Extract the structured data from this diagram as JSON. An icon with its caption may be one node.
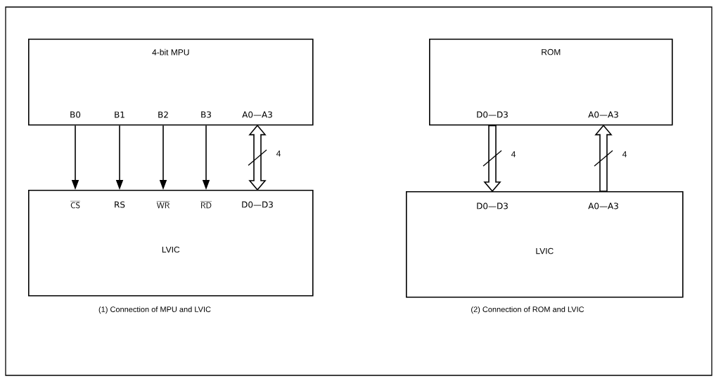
{
  "diagram": {
    "nodes": [
      {
        "text": [
          "4-bit MPU"
        ]
      },
      {
        "text": [
          "B0"
        ],
        "in": 0
      },
      {
        "text": [
          "B1"
        ],
        "in": 0
      },
      {
        "text": [
          "B2"
        ],
        "in": 0
      },
      {
        "text": [
          "B3"
        ],
        "in": 0
      },
      {
        "text": [
          "A0—A3"
        ],
        "in": 0
      },
      {
        "text": [
          "LVIC"
        ]
      },
      {
        "text": [
          "\\overline{\\mathsf{CS}}"
        ],
        "in": 6
      },
      {
        "text": [
          "RS"
        ],
        "in": 6
      },
      {
        "text": [
          "\\overline{\\mathsf{WR}}"
        ],
        "in": 6
      },
      {
        "text": [
          "\\overline{\\mathsf{RD}}"
        ],
        "in": 6
      },
      {
        "text": [
          "D0—D3"
        ],
        "in": 6
      },
      {
        "text": [
          "ROM"
        ]
      },
      {
        "text": [
          "D0—D3"
        ],
        "in": 12
      },
      {
        "text": [
          "A0—A3"
        ],
        "in": 12
      },
      {
        "text": [
          "LVIC"
        ]
      },
      {
        "text": [
          "D0—D3"
        ],
        "in": 15
      },
      {
        "text": [
          "A0—A3"
        ],
        "in": 15
      }
    ],
    "edges": [
      {
        "from": 1,
        "to": 7,
        "arrow": "to"
      },
      {
        "from": 2,
        "to": 8,
        "arrow": "to"
      },
      {
        "from": 3,
        "to": 9,
        "arrow": "to"
      },
      {
        "from": 4,
        "to": 10,
        "arrow": "to"
      },
      {
        "from": 5,
        "to": 11,
        "arrow": "both",
        "style": "thick",
        "label": "4"
      },
      {
        "from": 13,
        "to": 16,
        "arrow": "to",
        "style": "thick",
        "label": "4"
      },
      {
        "from": 17,
        "to": 14,
        "arrow": "to",
        "style": "thick",
        "label": "4"
      }
    ],
    "labels": [
      "(1)  Connection of MPU and LVIC",
      "(2)  Connection of ROM and LVIC"
    ]
  }
}
